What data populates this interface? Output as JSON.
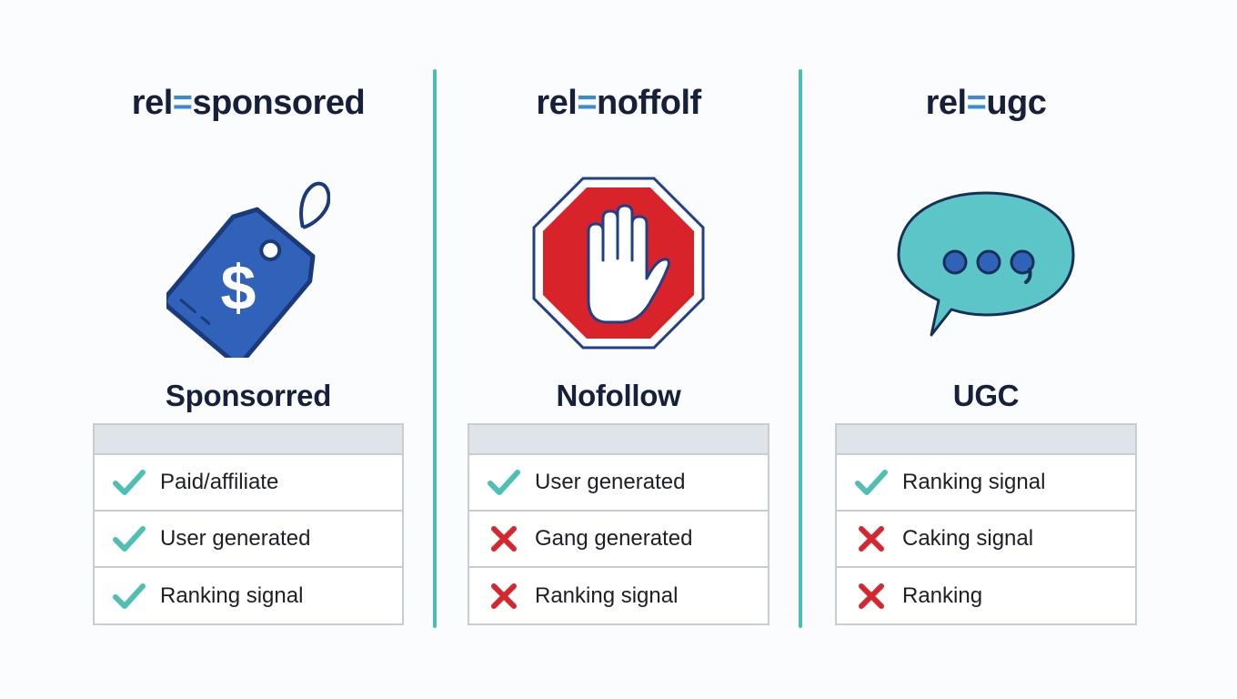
{
  "colors": {
    "background": "#fbfcfd",
    "divider": "#4cbdb3",
    "title_text": "#16203a",
    "equals_accent": "#3c8ad6",
    "check": "#4dbfb3",
    "cross": "#d6262e",
    "table_header_bg": "#dfe4eb",
    "table_border": "#c8cdd4",
    "tag_blue": "#2f62b8",
    "stop_red": "#d8232b",
    "bubble_teal": "#5cc5c8"
  },
  "columns": [
    {
      "title_prefix": "rel",
      "title_equals": "=",
      "title_value": "sponsored",
      "icon": "price-tag-dollar-icon",
      "label": "Sponsorred",
      "rows": [
        {
          "mark": "check",
          "text": "Paid/affiliate"
        },
        {
          "mark": "check",
          "text": "User generated"
        },
        {
          "mark": "check",
          "text": "Ranking signal"
        }
      ]
    },
    {
      "title_prefix": "rel",
      "title_equals": "=",
      "title_value": "noffolf",
      "icon": "stop-hand-icon",
      "label": "Nofollow",
      "rows": [
        {
          "mark": "check",
          "text": "User generated"
        },
        {
          "mark": "cross",
          "text": "Gang generated"
        },
        {
          "mark": "cross",
          "text": "Ranking signal"
        }
      ]
    },
    {
      "title_prefix": "rel",
      "title_equals": "=",
      "title_value": "ugc",
      "icon": "speech-bubble-icon",
      "label": "UGC",
      "rows": [
        {
          "mark": "check",
          "text": "Ranking signal"
        },
        {
          "mark": "cross",
          "text": "Caking signal"
        },
        {
          "mark": "cross",
          "text": "Ranking"
        }
      ]
    }
  ]
}
